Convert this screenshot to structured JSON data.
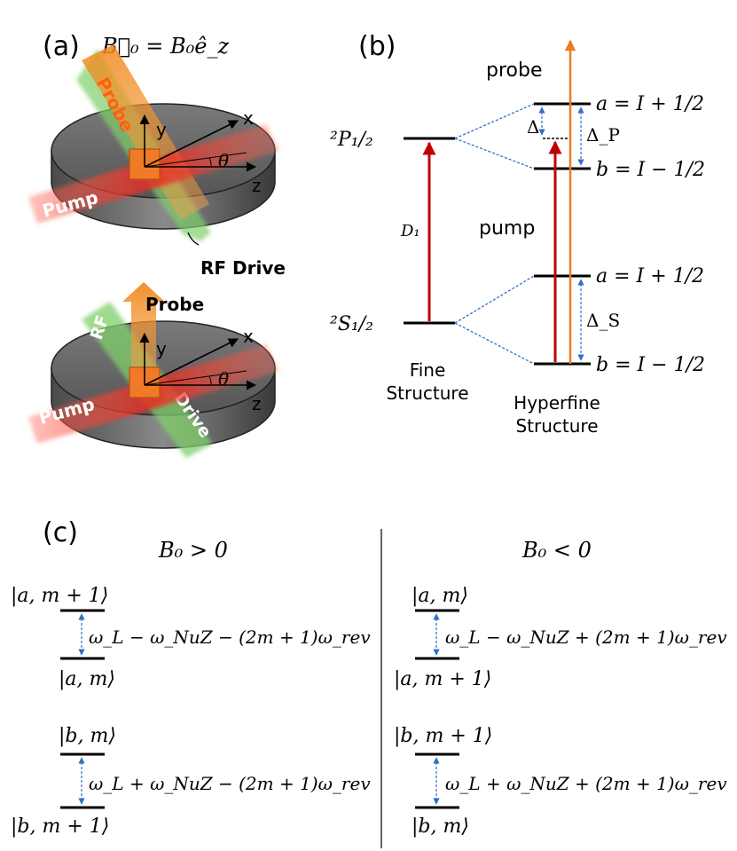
{
  "panel_a": {
    "label": "(a)",
    "field_eq": "B⃗₀ = B₀ê_z",
    "top": {
      "probe": "Probe",
      "pump": "Pump",
      "rf_drive": "RF Drive",
      "x": "x",
      "y": "y",
      "z": "z",
      "theta": "θ"
    },
    "bottom": {
      "probe": "Probe",
      "pump": "Pump",
      "rf": "RF",
      "drive": "Drive",
      "x": "x",
      "y": "y",
      "z": "z",
      "theta": "θ"
    }
  },
  "panel_b": {
    "label": "(b)",
    "p_level": "²P₁/₂",
    "s_level": "²S₁/₂",
    "d1": "D₁",
    "fine": [
      "Fine",
      "Structure"
    ],
    "hyperfine": [
      "Hyperfine",
      "Structure"
    ],
    "probe": "probe",
    "pump": "pump",
    "a_upper": "a = I + 1/2",
    "b_upper": "b = I − 1/2",
    "a_lower": "a = I + 1/2",
    "b_lower": "b = I − 1/2",
    "delta": "Δ",
    "delta_p": "Δ_P",
    "delta_s": "Δ_S",
    "colors": {
      "pump": "#c00000",
      "probe": "#e67e22",
      "dotted": "#2f6fc6"
    }
  },
  "panel_c": {
    "label": "(c)",
    "left": {
      "title": "B₀ > 0",
      "a_top": "|a, m + 1⟩",
      "a_bottom": "|a, m⟩",
      "a_freq": "ω_L − ω_NuZ − (2m + 1)ω_rev",
      "b_top": "|b, m⟩",
      "b_bottom": "|b, m + 1⟩",
      "b_freq": "ω_L + ω_NuZ − (2m + 1)ω_rev"
    },
    "right": {
      "title": "B₀ < 0",
      "a_top": "|a, m⟩",
      "a_bottom": "|a, m + 1⟩",
      "a_freq": "ω_L − ω_NuZ + (2m + 1)ω_rev",
      "b_top": "|b, m + 1⟩",
      "b_bottom": "|b, m⟩",
      "b_freq": "ω_L + ω_NuZ + (2m + 1)ω_rev"
    }
  }
}
